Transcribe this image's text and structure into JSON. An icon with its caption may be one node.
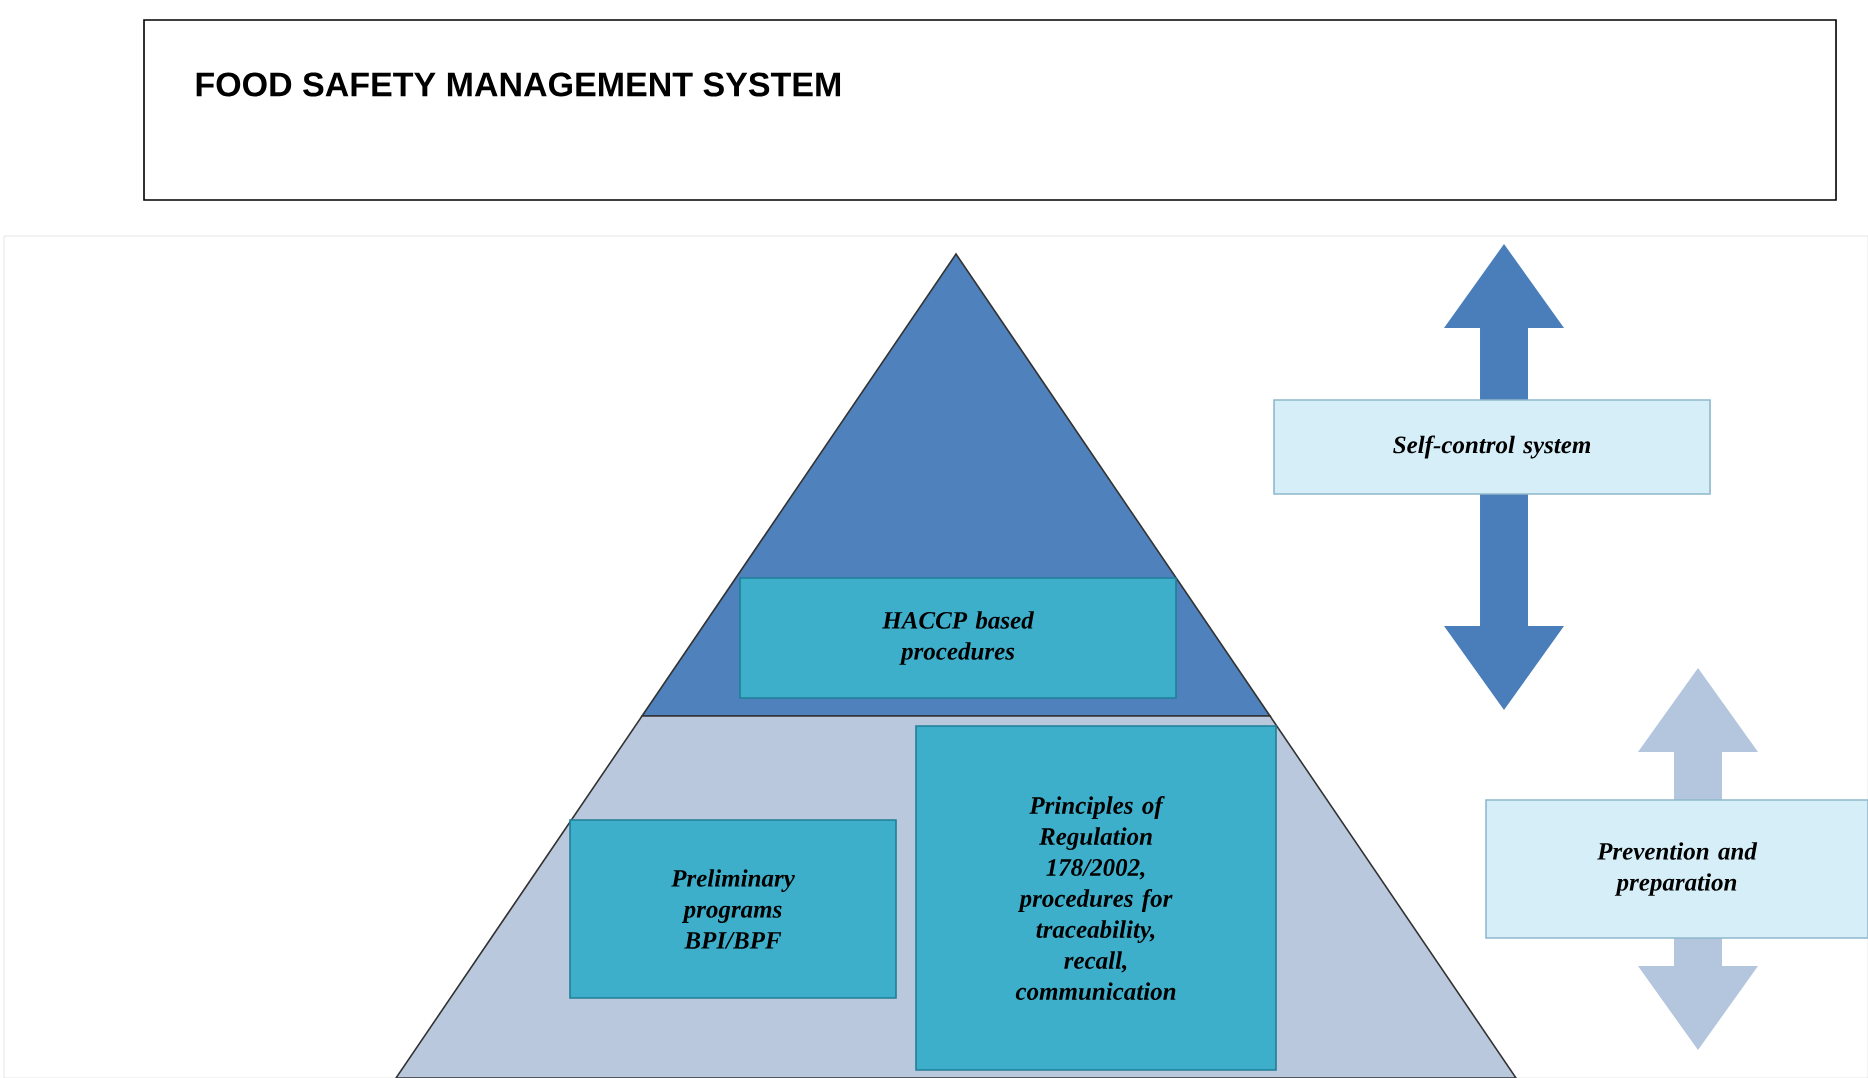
{
  "diagram": {
    "nodes": [
      {
        "text": [
          "FOOD SAFETY MANAGEMENT SYSTEM"
        ]
      },
      {
        "text": [],
        "shape": "triangle"
      },
      {
        "text": [],
        "shape": "trapezoid"
      },
      {
        "text": [
          "HACCP based procedures"
        ],
        "in": 1
      },
      {
        "text": [
          "Preliminary programs BPI/BPF"
        ],
        "in": 2
      },
      {
        "text": [
          "Principles of Regulation 178/2002, procedures for traceability, recall, communication"
        ],
        "in": 2
      },
      {
        "text": [
          "Self-control system"
        ]
      },
      {
        "text": [
          "Prevention and preparation"
        ]
      }
    ],
    "edges": []
  }
}
